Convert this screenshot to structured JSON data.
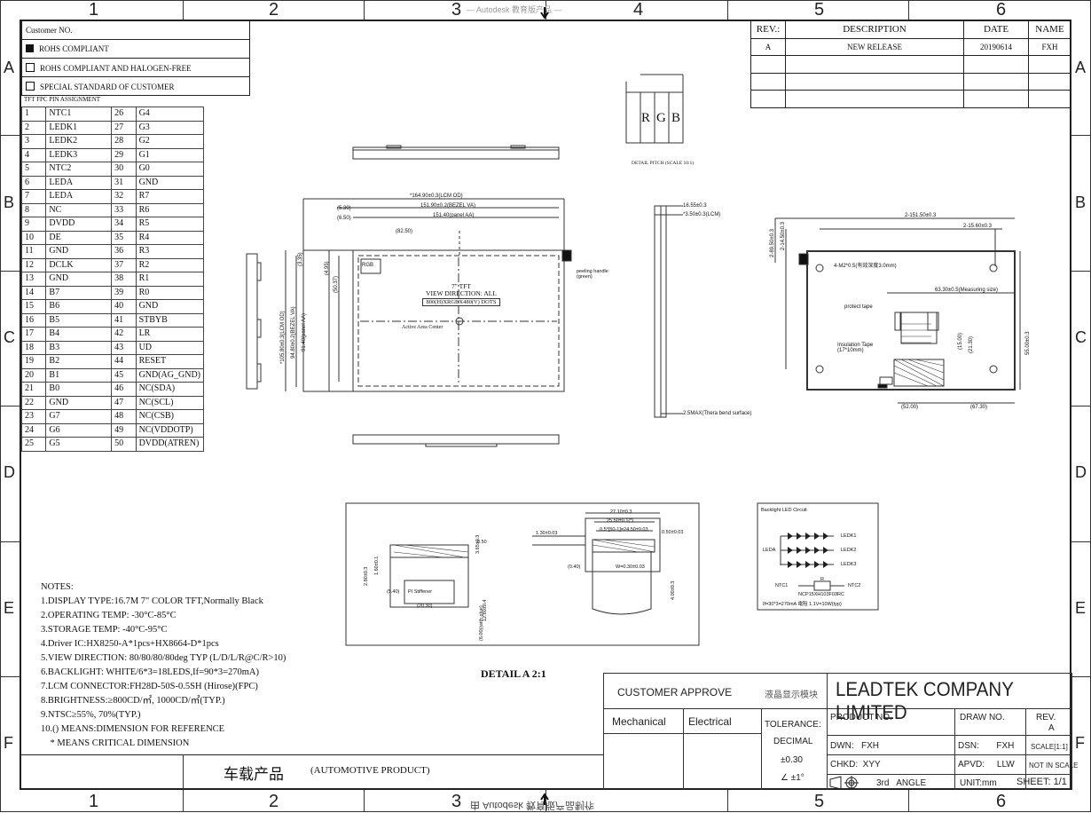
{
  "zones": {
    "columns": [
      "1",
      "2",
      "3",
      "4",
      "5",
      "6"
    ],
    "rows": [
      "A",
      "B",
      "C",
      "D",
      "E",
      "F"
    ]
  },
  "customer": {
    "title": "Customer NO.",
    "options": [
      {
        "label": "ROHS COMPLIANT",
        "checked": true
      },
      {
        "label": "ROHS COMPLIANT AND HALOGEN-FREE",
        "checked": false
      },
      {
        "label": "SPECIAL STANDARD OF CUSTOMER",
        "checked": false
      }
    ]
  },
  "pin_table": {
    "title": "TFT FPC PIN ASSIGNMENT",
    "rows": [
      [
        "1",
        "NTC1",
        "26",
        "G4"
      ],
      [
        "2",
        "LEDK1",
        "27",
        "G3"
      ],
      [
        "3",
        "LEDK2",
        "28",
        "G2"
      ],
      [
        "4",
        "LEDK3",
        "29",
        "G1"
      ],
      [
        "5",
        "NTC2",
        "30",
        "G0"
      ],
      [
        "6",
        "LEDA",
        "31",
        "GND"
      ],
      [
        "7",
        "LEDA",
        "32",
        "R7"
      ],
      [
        "8",
        "NC",
        "33",
        "R6"
      ],
      [
        "9",
        "DVDD",
        "34",
        "R5"
      ],
      [
        "10",
        "DE",
        "35",
        "R4"
      ],
      [
        "11",
        "GND",
        "36",
        "R3"
      ],
      [
        "12",
        "DCLK",
        "37",
        "R2"
      ],
      [
        "13",
        "GND",
        "38",
        "R1"
      ],
      [
        "14",
        "B7",
        "39",
        "R0"
      ],
      [
        "15",
        "B6",
        "40",
        "GND"
      ],
      [
        "16",
        "B5",
        "41",
        "STBYB"
      ],
      [
        "17",
        "B4",
        "42",
        "LR"
      ],
      [
        "18",
        "B3",
        "43",
        "UD"
      ],
      [
        "19",
        "B2",
        "44",
        "RESET"
      ],
      [
        "20",
        "B1",
        "45",
        "GND(AG_GND)"
      ],
      [
        "21",
        "B0",
        "46",
        "NC(SDA)"
      ],
      [
        "22",
        "GND",
        "47",
        "NC(SCL)"
      ],
      [
        "23",
        "G7",
        "48",
        "NC(CSB)"
      ],
      [
        "24",
        "G6",
        "49",
        "NC(VDDOTP)"
      ],
      [
        "25",
        "G5",
        "50",
        "DVDD(ATREN)"
      ]
    ]
  },
  "revision": {
    "headers": [
      "REV.:",
      "DESCRIPTION",
      "DATE",
      "NAME"
    ],
    "rows": [
      [
        "A",
        "NEW RELEASE",
        "20190614",
        "FXH"
      ]
    ]
  },
  "drawing": {
    "rgb": [
      "R",
      "G",
      "B"
    ],
    "pitch_caption": "DETAIL PITCH (SCALE 10:1)",
    "front_labels": {
      "od_width": "*164.90±0.3(LCM OD)",
      "bezel_va": "151.90±0.2(BEZEL VA)",
      "aa": "151.40(panel AA)",
      "dim_530": "(5.30)",
      "dim_650": "(6.50)",
      "dim_8250": "(82.50)",
      "dim_335": "(3.35)",
      "dim_495": "(4.95)",
      "dim_5037": "(50.37)",
      "dim_h_od": "*105.80±0.3(LCM OD)",
      "dim_h_va": "94.80±0.2(BEZEL VA)",
      "dim_h_aa": "91.40(panel AA)",
      "center_title": "7\" TFT",
      "view_dir": "VIEW DIRECTION: ALL",
      "dots": "800(H)XRGBX480(V) DOTS",
      "aa_center": "Active Area Center",
      "rgb_small": "RGB",
      "peeling": "peeling handle (green)"
    },
    "side_labels": {
      "t1": "16.55±0.3",
      "t2": "*3.50±0.3(LCM)",
      "t3": "2.5MAX(Thera bend surface)"
    },
    "back_labels": {
      "w": "2-151.50±0.3",
      "d1": "2-15.60±0.3",
      "hole": "4-M2*0.5(有效深度3.0mm)",
      "h1": "2-89.50±0.3",
      "h2": "2-14.50±0.3",
      "measure": "63.30±0.5(Measuring size)",
      "protect": "protect tape",
      "insul": "Insulation Tape (17*10mm)",
      "v55": "55.00±0.3",
      "v1500": "(15.00)",
      "v2130": "(21.30)",
      "b1": "(52.00)",
      "b2": "(67.30)"
    },
    "detail": {
      "caption": "DETAIL A 2:1",
      "d1": "1.30±0.03",
      "d2": "27.10±0.3",
      "d3": "25.50±0.1(*)",
      "d4": "0.5*[50-1]=24.50±0.03",
      "d5": "0.50±0.03",
      "d6": "W=0.30±0.03",
      "d7": "4.00±0.3",
      "d8": "2.80±0.3",
      "d9": "1.60±0.1",
      "d10": "(20.30)",
      "d11": "0.50",
      "d12": "3.65±0.3",
      "d13": "12.80±0.4",
      "d14": "(6.00)(with glue)",
      "d15": "PI Stiffener",
      "d16": "(5.40)",
      "d17": "(0.40)"
    },
    "backlight": {
      "title": "Backlight LED Circuit",
      "leda": "LEDA",
      "k1": "LEDK1",
      "k2": "LEDK2",
      "k3": "LEDK3",
      "ntc1": "NTC1",
      "ntc2": "NTC2",
      "r": "R",
      "note": "NCP15XH103F03RC",
      "formula": "If=30*3=270mA  電阻 1.1V=10W(typ)"
    }
  },
  "notes": {
    "title": "NOTES:",
    "items": [
      "1.DISPLAY TYPE:16.7M  7\" COLOR TFT,Normally Black",
      "2.OPERATING TEMP:  -30°C-85°C",
      "3.STORAGE TEMP: -40°C-95°C",
      "4.Driver IC:HX8250-A*1pcs+HX8664-D*1pcs",
      "5.VIEW DIRECTION:  80/80/80/80deg TYP (L/D/L/R@C/R>10)",
      "6.BACKLIGHT: WHITE/6*3=18LEDS,If=90*3=270mA)",
      "7.LCM CONNECTOR:FH28D-50S-0.5SH (Hirose)(FPC)",
      "8.BRIGHTNESS:≥800CD/㎡,  1000CD/㎡(TYP.)",
      "9.NTSC≥55%,  70%(TYP.)",
      "10.() MEANS:DIMENSION FOR REFERENCE",
      "    * MEANS CRITICAL DIMENSION"
    ]
  },
  "automotive": {
    "cn": "车载产品",
    "en": "(AUTOMOTIVE PRODUCT)"
  },
  "title_block": {
    "customer_approve": "CUSTOMER  APPROVE",
    "cn_company": "液晶显示模块",
    "company": "LEADTEK COMPANY LIMITED",
    "mechanical": "Mechanical",
    "electrical": "Electrical",
    "tolerance": "TOLERANCE:",
    "decimal": "DECIMAL",
    "tol_val": "±0.30",
    "angle": "∠ ±1°",
    "product_no": "PRODUCT  NO.",
    "draw_no": "DRAW  NO.",
    "rev_label": "REV.",
    "rev_val": "A",
    "dwn": "DWN:   FXH",
    "dsn": "DSN:       FXH",
    "scale": "SCALE[1:1]",
    "chkd": "CHKD:  XYY",
    "apvd": "APVD:     LLW",
    "not_in_scale": "NOT IN SCALE",
    "projection": "3rd   ANGLE",
    "unit": "UNIT:mm",
    "sheet": "SHEET: 1/1"
  },
  "watermark": {
    "top": "— Autodesk 教育版产品 —",
    "bottom": "由 Autodesk 教育版产品制作"
  }
}
